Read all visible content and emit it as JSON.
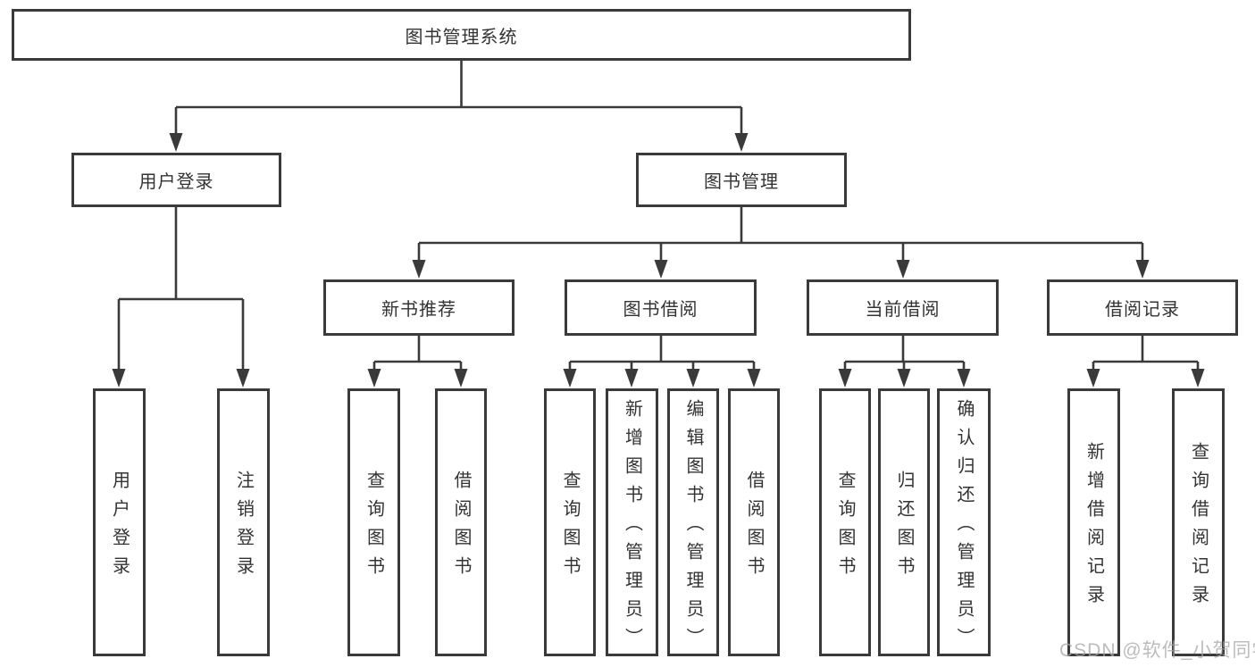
{
  "diagram_title": "图书管理系统",
  "root": {
    "label": "图书管理系统"
  },
  "branches": [
    {
      "label": "用户登录",
      "leaves": [
        {
          "label": "用户登录"
        },
        {
          "label": "注销登录"
        }
      ]
    },
    {
      "label": "图书管理",
      "sections": [
        {
          "label": "新书推荐",
          "leaves": [
            {
              "label": "查询图书"
            },
            {
              "label": "借阅图书"
            }
          ]
        },
        {
          "label": "图书借阅",
          "leaves": [
            {
              "label": "查询图书"
            },
            {
              "label": "新增图书（管理员）"
            },
            {
              "label": "编辑图书（管理员）"
            },
            {
              "label": "借阅图书"
            }
          ]
        },
        {
          "label": "当前借阅",
          "leaves": [
            {
              "label": "查询图书"
            },
            {
              "label": "归还图书"
            },
            {
              "label": "确认归还（管理员）"
            }
          ]
        },
        {
          "label": "借阅记录",
          "leaves": [
            {
              "label": "新增借阅记录"
            },
            {
              "label": "查询借阅记录"
            }
          ]
        }
      ]
    }
  ],
  "watermark": "CSDN @软件_小贺同学",
  "colors": {
    "line": "#3a3a3a",
    "text": "#333333",
    "background": "#ffffff",
    "watermark": "#a5a5a5"
  }
}
